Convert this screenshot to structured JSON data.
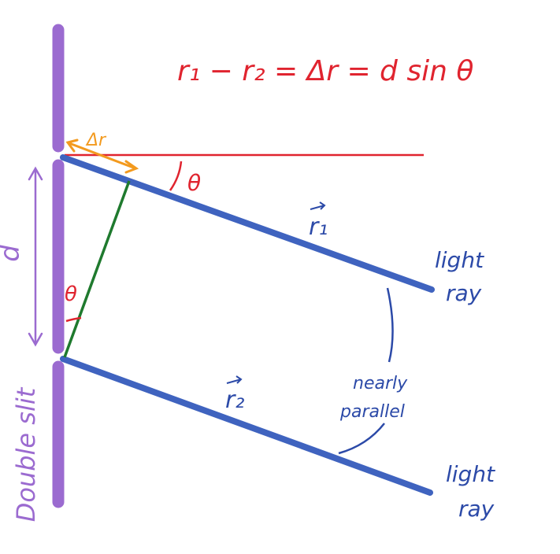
{
  "equation": "r₁ − r₂ = Δr = d sin θ",
  "labels": {
    "delta_r": "Δr",
    "theta_top": "θ",
    "theta_slit": "θ",
    "d": "d",
    "r1": "r₁",
    "r2": "r₂",
    "light_ray_1": [
      "light",
      "ray"
    ],
    "light_ray_2": [
      "light",
      "ray"
    ],
    "nearly_parallel": [
      "nearly",
      "parallel"
    ],
    "double_slit": "Double slit"
  },
  "colors": {
    "slit": "#9b6bd0",
    "ray": "#3f63bf",
    "reference": "#e0242f",
    "delta_r": "#f39a1e",
    "perpendicular": "#1f7a2e",
    "ink": "#2c4aa8"
  }
}
